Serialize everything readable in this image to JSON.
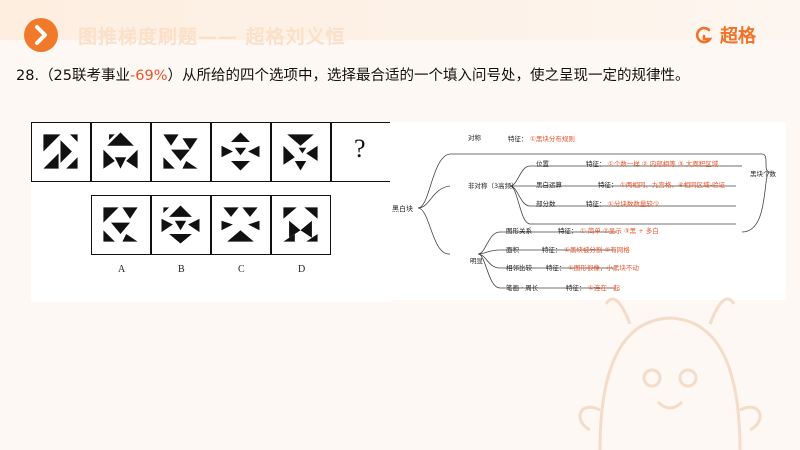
{
  "header": {
    "title": "图推梯度刷题—— 超格刘义恒",
    "brand": "超格"
  },
  "question": {
    "number": "28.",
    "prefix": "（25联考事业",
    "rate": "-69%",
    "suffix": "）从所给的四个选项中，选择最合适的一个填入问号处，使之呈现一定的规律性。"
  },
  "puzzle": {
    "question_mark": "?",
    "options": [
      "A",
      "B",
      "C",
      "D"
    ]
  },
  "mindmap": {
    "root": "黑白块",
    "right_label": "黑块个数",
    "symmetric": {
      "label": "对称",
      "feature": "特征：",
      "detail": "①黑块分布规则"
    },
    "asym": {
      "label": "非对称（3高频）"
    },
    "position": {
      "label": "位置",
      "feature": "特征：",
      "detail": "①个数一样 ② 内部相等 ③ 大面积区域"
    },
    "blackwhite": {
      "label": "黑白运算",
      "feature": "特征：",
      "detail": "①两相同、九宫格、④相同区域-验证"
    },
    "partial": {
      "label": "部分数",
      "feature": "特征：",
      "detail": "①分块数数量较少"
    },
    "obvious": {
      "label": "明显"
    },
    "shape": {
      "label": "图形关系",
      "feature": "特征：",
      "detail": "① 简单 ②显示 ③黑 + 多白"
    },
    "area": {
      "label": "面积",
      "feature": "特征：",
      "detail": "①黑块被分割 ②有网格"
    },
    "compare": {
      "label": "相邻比较",
      "feature": "特征：",
      "detail": "①图形很像，小黑块不动"
    },
    "stroke": {
      "label": "笔画 · 周长",
      "feature": "特征：",
      "detail": "①连在一起"
    }
  }
}
